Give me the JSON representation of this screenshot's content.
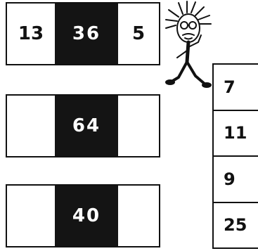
{
  "rows": [
    {
      "left": "13",
      "center": "36",
      "right": "5"
    },
    {
      "left": "",
      "center": "64",
      "right": ""
    },
    {
      "left": "",
      "center": "40",
      "right": ""
    }
  ],
  "column": [
    "7",
    "11",
    "9",
    "25"
  ],
  "colors": {
    "ink": "#111111",
    "box_fill": "#141414",
    "paper": "#ffffff"
  },
  "icons": {
    "mascot": "wild-haired-scientist-cartoon-icon"
  }
}
